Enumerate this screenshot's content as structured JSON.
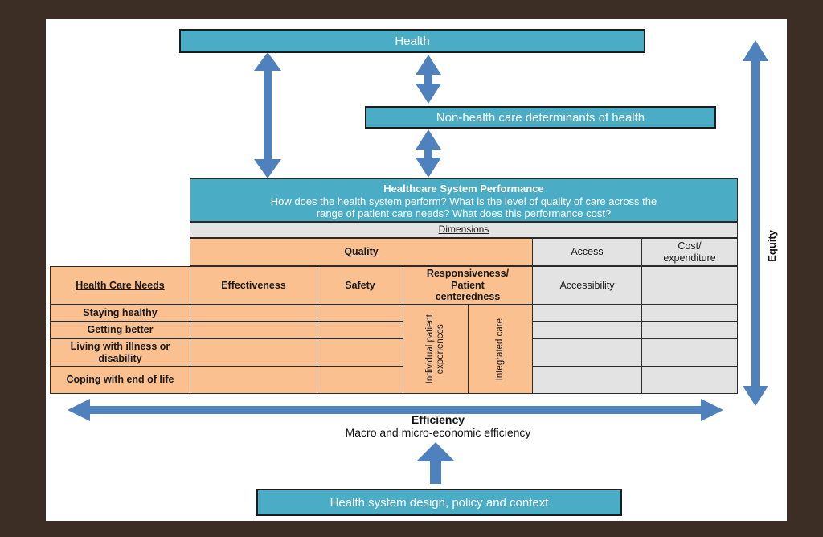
{
  "diagram": {
    "health_box": "Health",
    "non_health_box": "Non-health care determinants of health",
    "performance": {
      "title": "Healthcare System Performance",
      "question_line1": "How does the health system perform? What is the level of quality of care across the",
      "question_line2": "range of patient care needs? What does this performance cost?"
    },
    "dimensions_label": "Dimensions",
    "quality_label": "Quality",
    "access_label": "Access",
    "cost_label": "Cost/ expenditure",
    "needs_header": "Health Care Needs",
    "columns": {
      "effectiveness": "Effectiveness",
      "safety": "Safety",
      "responsiveness": "Responsiveness/ Patient centeredness",
      "accessibility": "Accessibility"
    },
    "sub_columns": {
      "individual": "Individual patient\nexperiences",
      "integrated": "Integrated care"
    },
    "needs": [
      "Staying healthy",
      "Getting better",
      "Living with illness or disability",
      "Coping with end of life"
    ],
    "equity_label": "Equity",
    "efficiency_title": "Efficiency",
    "efficiency_subtitle": "Macro and micro-economic efficiency",
    "context_box": "Health system design, policy and context",
    "colors": {
      "teal": "#4bacc6",
      "arrow_blue": "#4f81bd",
      "orange": "#fac090",
      "gray": "#e3e3e3",
      "background": "#3d2e25"
    }
  }
}
